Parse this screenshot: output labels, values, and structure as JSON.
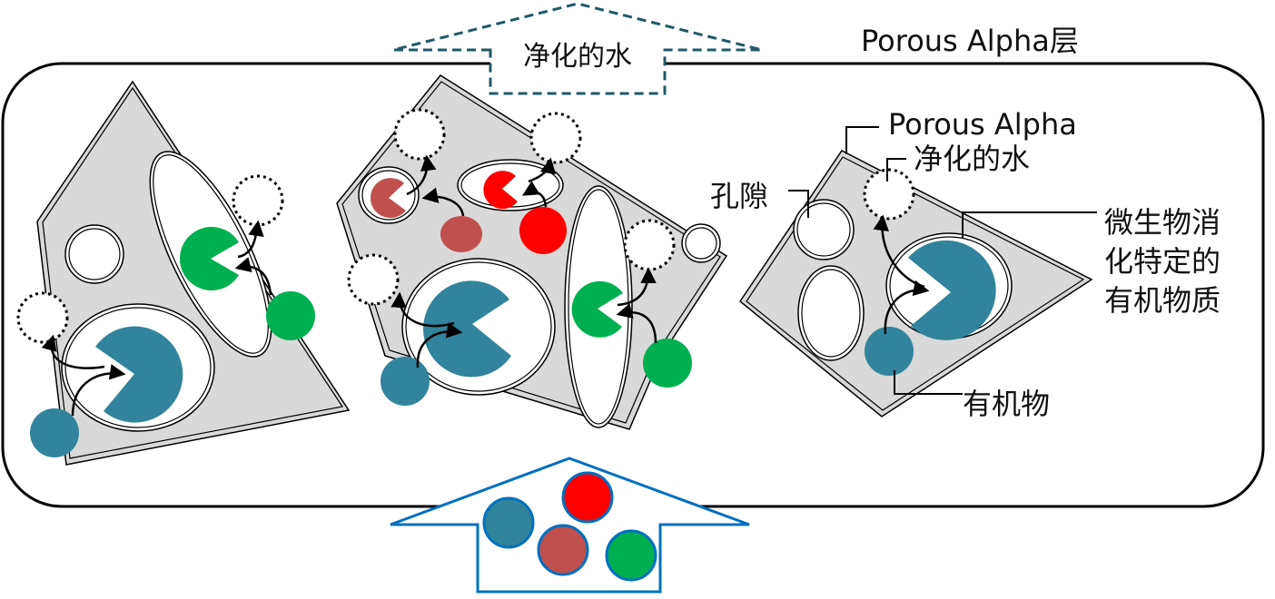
{
  "labels": {
    "layer_title": "Porous Alpha层",
    "out_arrow": "净化的水",
    "porous_alpha": "Porous Alpha",
    "purified_water": "净化的水",
    "pore": "孔隙",
    "microbe_line1": "微生物消",
    "microbe_line2": "化特定的",
    "microbe_line3": "有机物质",
    "organic": "有机物"
  },
  "colors": {
    "particle_gray": "#d9d9d9",
    "microbe_teal": "#31849b",
    "microbe_green": "#00b050",
    "microbe_red": "#ff0000",
    "microbe_brown": "#c0504d",
    "outflow_arrow": "#215967",
    "inflow_arrow": "#0070c0"
  }
}
